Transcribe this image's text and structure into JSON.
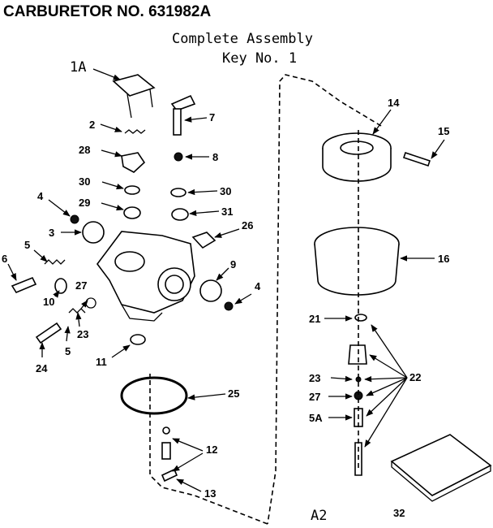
{
  "title": "CARBURETOR NO. 631982A",
  "subtitle_line1": "Complete Assembly",
  "subtitle_line2": "Key No. 1",
  "labels": {
    "l1A": "1A",
    "l2": "2",
    "l7": "7",
    "l28": "28",
    "l8": "8",
    "l30a": "30",
    "l30b": "30",
    "l29": "29",
    "l31": "31",
    "l4a": "4",
    "l26": "26",
    "l3": "3",
    "l5a": "5",
    "l6": "6",
    "l9": "9",
    "l27a": "27",
    "l10": "10",
    "l4b": "4",
    "l23a": "23",
    "l5b": "5",
    "l24": "24",
    "l11": "11",
    "l25": "25",
    "l12": "12",
    "l13": "13",
    "l14": "14",
    "l15": "15",
    "l16": "16",
    "l21": "21",
    "l22": "22",
    "l23b": "23",
    "l27b": "27",
    "l5A": "5A",
    "lA2": "A2",
    "l32": "32"
  }
}
